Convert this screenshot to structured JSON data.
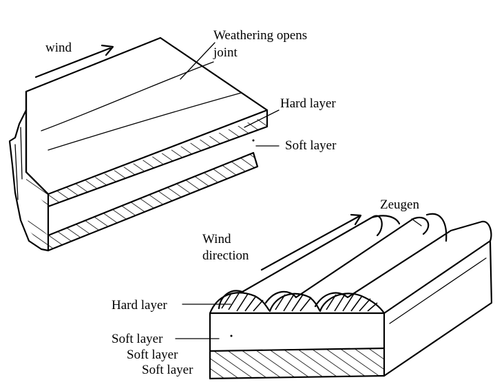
{
  "top_diagram": {
    "wind_label": "wind",
    "weathering_label_line1": "Weathering opens",
    "weathering_label_line2": "joint",
    "hard_layer_label": "Hard layer",
    "soft_layer_label": "Soft layer"
  },
  "bottom_diagram": {
    "zeugen_label": "Zeugen",
    "wind_direction_line1": "Wind",
    "wind_direction_line2": "direction",
    "hard_layer_label": "Hard layer",
    "soft_layer_labels": [
      "Soft layer",
      "Soft layer",
      "Soft layer"
    ]
  },
  "colors": {
    "ink": "#000000",
    "background": "#ffffff"
  }
}
